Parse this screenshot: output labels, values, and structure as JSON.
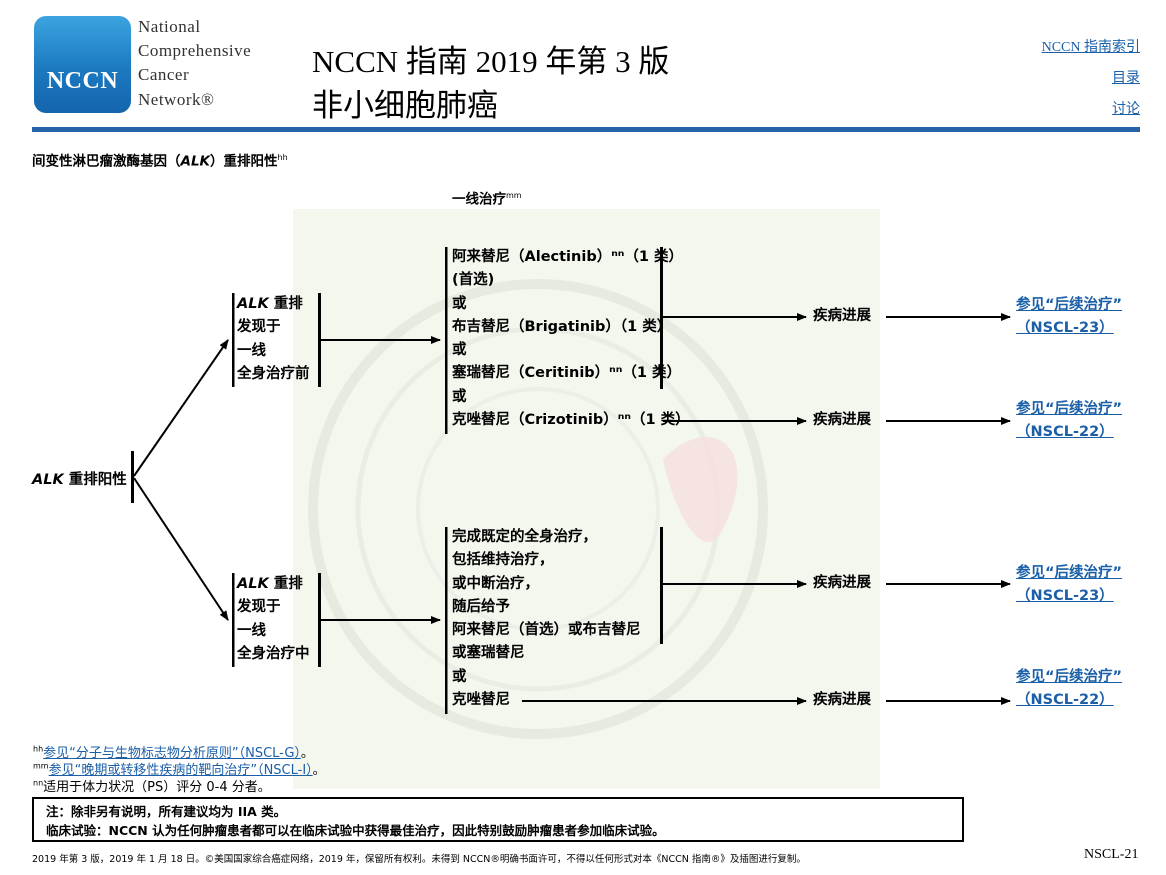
{
  "header": {
    "logo": "NCCN",
    "org_lines": [
      "National",
      "Comprehensive",
      "Cancer",
      "Network®"
    ],
    "title_line1": "NCCN 指南 2019 年第 3 版",
    "title_line2": "非小细胞肺癌",
    "links": [
      "NCCN 指南索引",
      "目录",
      "讨论"
    ]
  },
  "page": {
    "section_title_part1": "间变性淋巴瘤激酶基因（",
    "section_title_italic": "ALK",
    "section_title_part2": "）重排阳性",
    "section_title_sup": "hh",
    "column_header": "一线治疗",
    "column_header_sup": "mm"
  },
  "flow": {
    "root_italic": "ALK",
    "root_text": "重排阳性",
    "branch1": {
      "italic": "ALK",
      "line1": "重排",
      "line2": "发现于",
      "line3": "一线",
      "line4": "全身治疗前"
    },
    "branch2": {
      "italic": "ALK",
      "line1": "重排",
      "line2": "发现于",
      "line3": "一线",
      "line4": "全身治疗中"
    },
    "treat1": [
      "阿来替尼（Alectinib）ⁿⁿ（1 类）",
      "(首选)",
      "或",
      "布吉替尼（Brigatinib）（1 类）",
      "或",
      "塞瑞替尼（Ceritinib）ⁿⁿ（1 类）",
      "或",
      "克唑替尼（Crizotinib）ⁿⁿ（1 类）"
    ],
    "treat2": [
      "完成既定的全身治疗，",
      "包括维持治疗，",
      "或中断治疗，",
      "随后给予",
      "阿来替尼（首选）或布吉替尼",
      "或塞瑞替尼",
      "或",
      "克唑替尼"
    ],
    "progression": "疾病进展",
    "ref23_line1": "参见“后续治疗”",
    "ref23_line2": "（NSCL-23）",
    "ref22_line1": "参见“后续治疗”",
    "ref22_line2": "（NSCL-22）"
  },
  "footnotes": {
    "hh_sup": "hh",
    "hh_link": "参见“分子与生物标志物分析原则”（NSCL-G）",
    "hh_end": "。",
    "mm_sup": "mm",
    "mm_link": "参见“晚期或转移性疾病的靶向治疗”（NSCL-I）",
    "mm_end": "。",
    "nn_sup": "nn",
    "nn_text": "适用于体力状况（PS）评分 0-4 分者。"
  },
  "note": {
    "line1": "注：除非另有说明，所有建议均为 IIA 类。",
    "line2": "临床试验：NCCN 认为任何肿瘤患者都可以在临床试验中获得最佳治疗，因此特别鼓励肿瘤患者参加临床试验。"
  },
  "footer": {
    "copyright": "2019 年第 3 版，2019 年 1 月 18 日。©美国国家综合癌症网络，2019 年，保留所有权利。未得到 NCCN®明确书面许可，不得以任何形式对本《NCCN 指南®》及插图进行复制。",
    "page_id": "NSCL-21"
  }
}
